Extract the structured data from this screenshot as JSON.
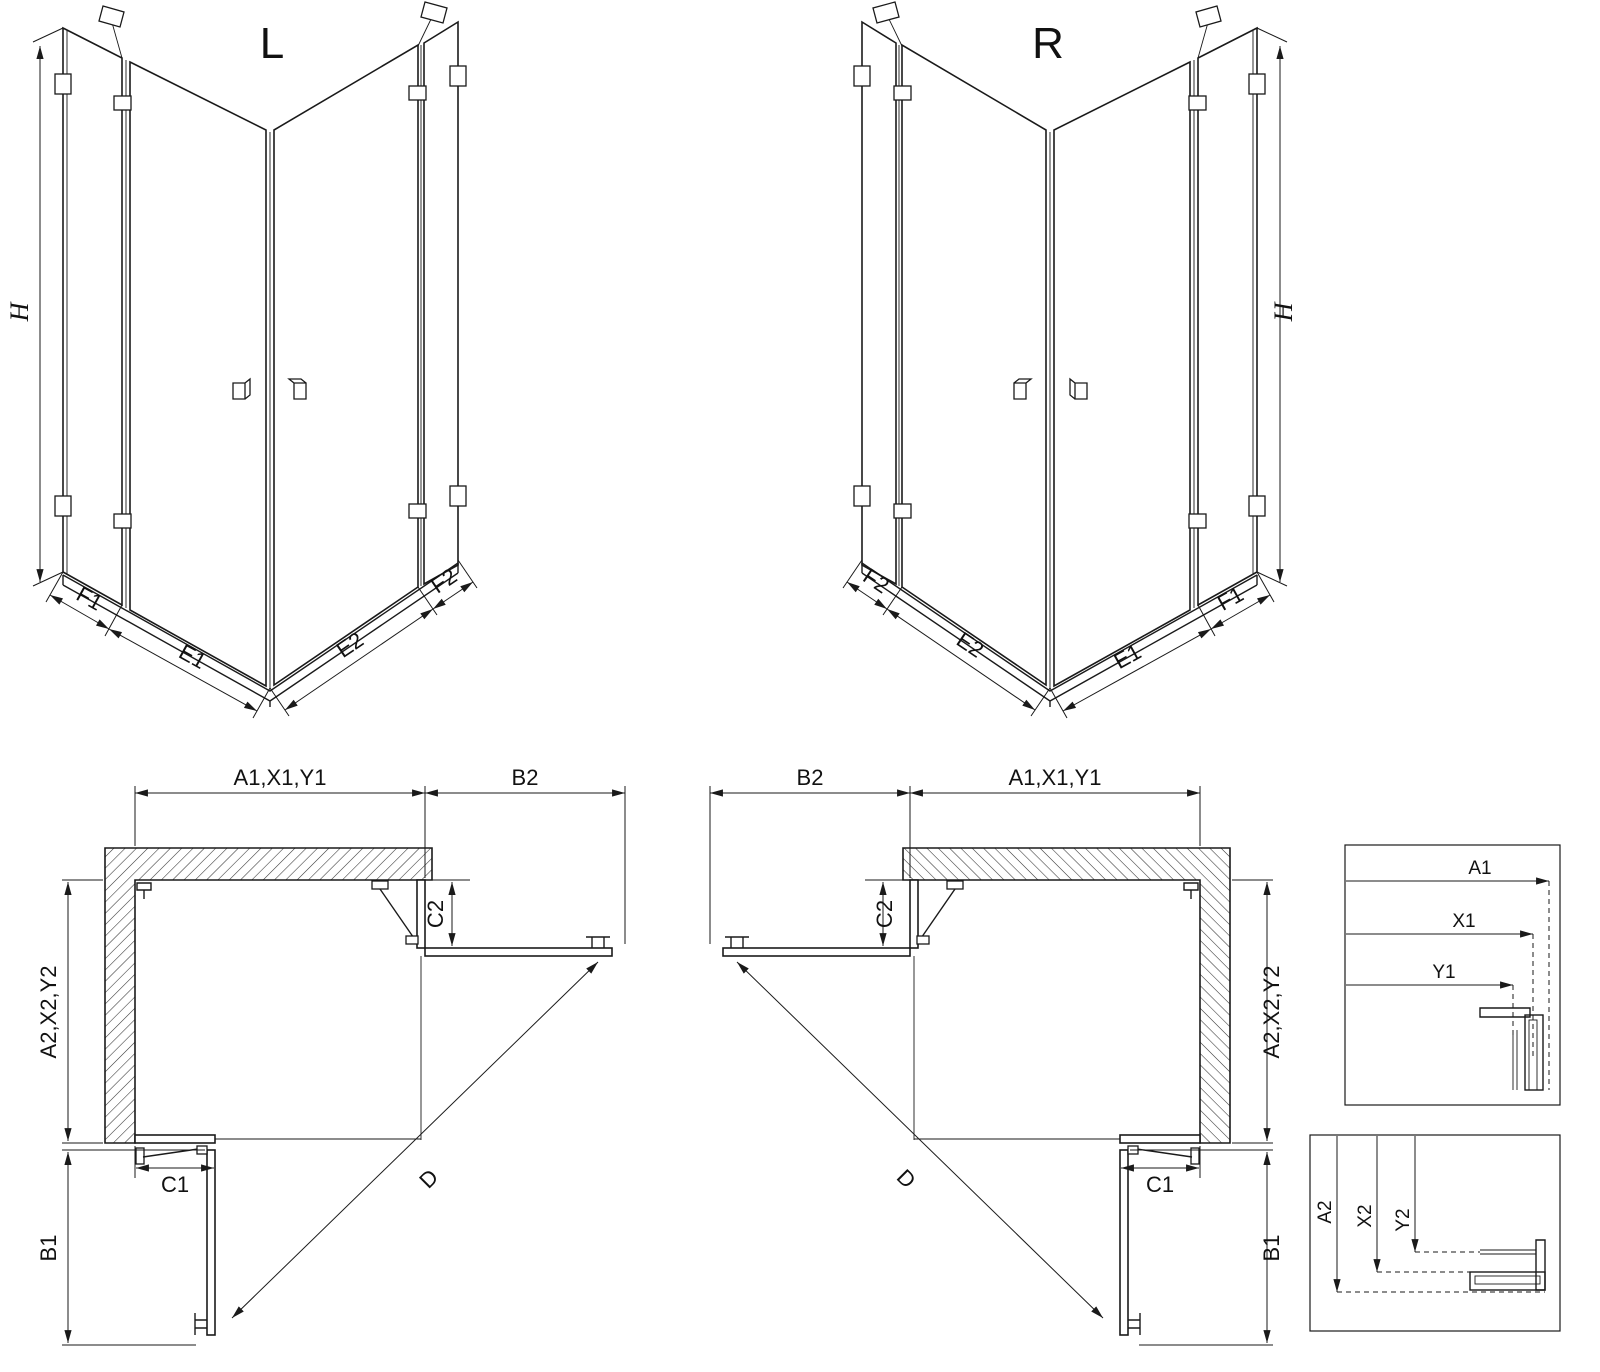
{
  "page": {
    "background": "#ffffff",
    "line_color": "#1a1a1a"
  },
  "iso_left": {
    "title": "L",
    "height_label": "H",
    "f1": "F1",
    "e1": "E1",
    "e2": "E2",
    "f2": "F2"
  },
  "iso_right": {
    "title": "R",
    "height_label": "H",
    "f1": "F1",
    "e1": "E1",
    "e2": "E2",
    "f2": "F2"
  },
  "plan_left": {
    "top_width": "A1,X1,Y1",
    "door_b2": "B2",
    "fixed_c2": "C2",
    "side_depth": "A2,X2,Y2",
    "fixed_c1": "C1",
    "door_b1": "B1",
    "diagonal": "D"
  },
  "plan_right": {
    "top_width": "A1,X1,Y1",
    "door_b2": "B2",
    "fixed_c2": "C2",
    "side_depth": "A2,X2,Y2",
    "fixed_c1": "C1",
    "door_b1": "B1",
    "diagonal": "D"
  },
  "detail_widths": {
    "a1": "A1",
    "x1": "X1",
    "y1": "Y1"
  },
  "detail_depths": {
    "a2": "A2",
    "x2": "X2",
    "y2": "Y2"
  }
}
